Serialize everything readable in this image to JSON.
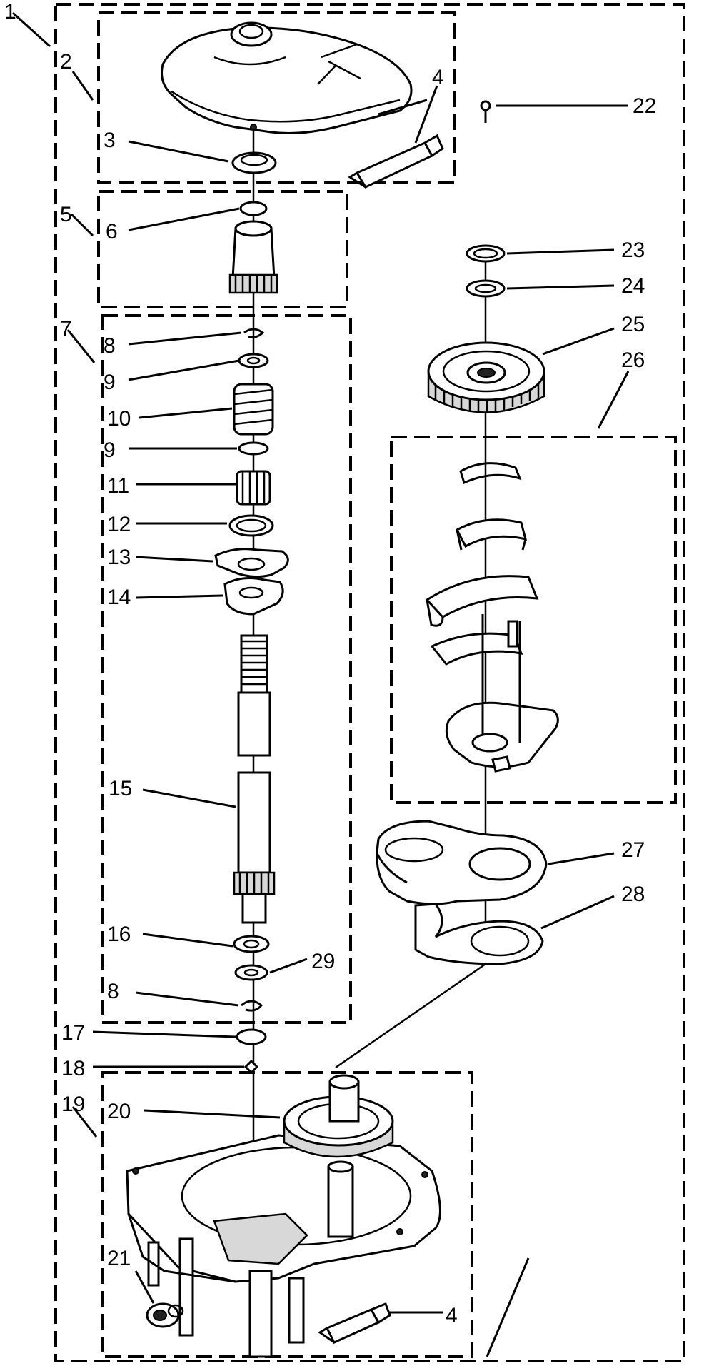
{
  "callouts": {
    "c1": "1",
    "c2": "2",
    "c3": "3",
    "c4a": "4",
    "c4b": "4",
    "c5": "5",
    "c6": "6",
    "c7": "7",
    "c8a": "8",
    "c8b": "8",
    "c9a": "9",
    "c9b": "9",
    "c10": "10",
    "c11": "11",
    "c12": "12",
    "c13": "13",
    "c14": "14",
    "c15": "15",
    "c16": "16",
    "c17": "17",
    "c18": "18",
    "c19": "19",
    "c20": "20",
    "c21": "21",
    "c22": "22",
    "c23": "23",
    "c24": "24",
    "c25": "25",
    "c26": "26",
    "c27": "27",
    "c28": "28",
    "c29": "29"
  }
}
